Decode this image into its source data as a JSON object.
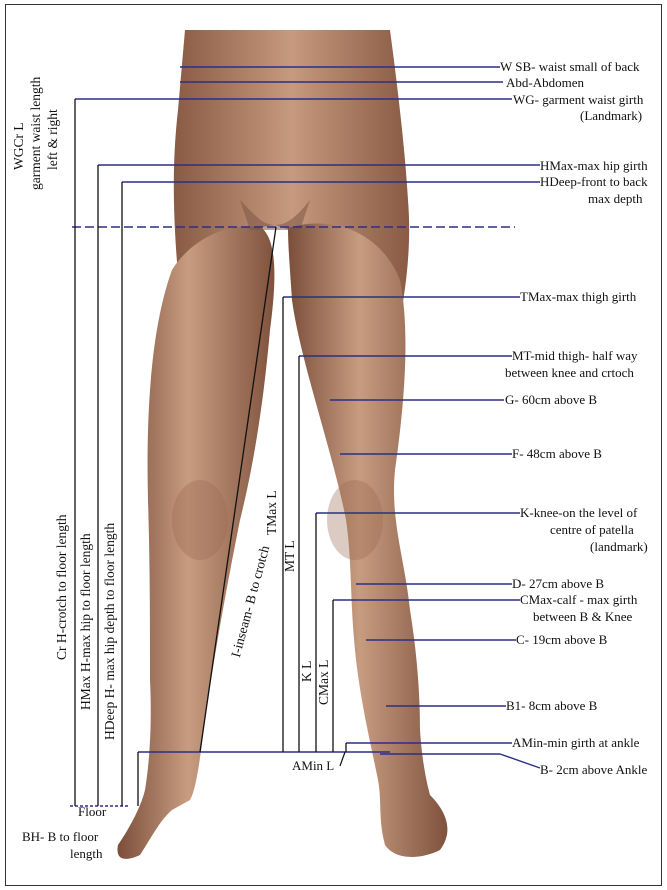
{
  "colors": {
    "line_blue": "#2b2f86",
    "line_black": "#111111",
    "skin": "#b98a6e"
  },
  "labels": {
    "wsb": "W SB- waist small of back",
    "abd": "Abd-Abdomen",
    "wg1": "WG- garment waist girth",
    "wg2": "(Landmark)",
    "hmax": "HMax-max hip girth",
    "hdeep1": "HDeep-front to back",
    "hdeep2": "max depth",
    "tmax": "TMax-max thigh girth",
    "mt1": "MT-mid thigh- half way",
    "mt2": "between knee and crtoch",
    "g": "G- 60cm above B",
    "f": "F- 48cm above B",
    "k1": "K-knee-on the level of",
    "k2": "centre of patella",
    "k3": "(landmark)",
    "d": "D- 27cm above B",
    "cmax1": "CMax-calf - max girth",
    "cmax2": "between B & Knee",
    "c": "C- 19cm above B",
    "b1": "B1- 8cm above B",
    "amin": "AMin-min girth at ankle",
    "b": "B- 2cm above Ankle",
    "aminl": "AMin L",
    "floor": "Floor",
    "bh1": "BH- B to floor",
    "bh2": "length"
  },
  "vertical_labels": {
    "wgcr1": "WGCr L",
    "wgcr2": "garment waist length",
    "wgcr3": "left & right",
    "crh": "Cr H-crotch to floor length",
    "hmaxh": "HMax H-max hip to floor length",
    "hdeeph": "HDeep H- max hip depth to floor length",
    "inseam": "I-inseam- B to crotch",
    "tmaxl": "TMax L",
    "mtl": "MT L",
    "kl": "K L",
    "cmaxl": "CMax L"
  }
}
